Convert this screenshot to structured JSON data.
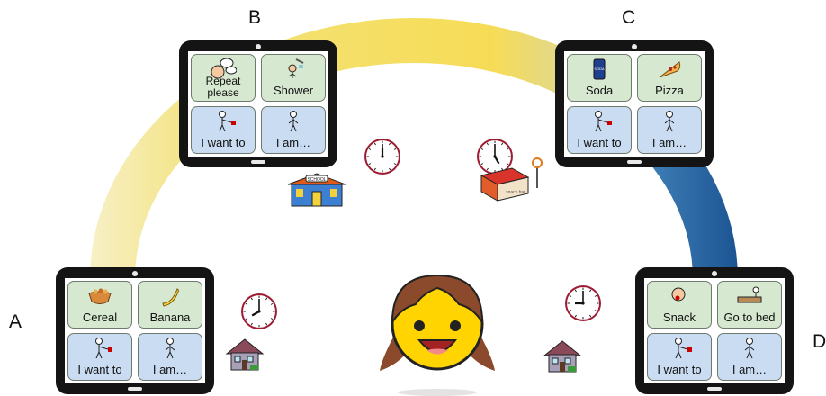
{
  "stages": [
    {
      "letter": "A",
      "cells": [
        {
          "label": "Cereal",
          "icon": "cereal-bowl-icon",
          "kind": "food"
        },
        {
          "label": "Banana",
          "icon": "banana-icon",
          "kind": "food"
        },
        {
          "label": "I want to",
          "icon": "person-pointing-icon",
          "kind": "need"
        },
        {
          "label": "I am…",
          "icon": "person-icon",
          "kind": "need"
        }
      ],
      "clock": "8:00",
      "place": "home-icon"
    },
    {
      "letter": "B",
      "cells": [
        {
          "label": "Repeat please",
          "icon": "speech-bubble-face-icon",
          "kind": "food"
        },
        {
          "label": "Shower",
          "icon": "shower-person-icon",
          "kind": "food"
        },
        {
          "label": "I want to",
          "icon": "person-pointing-icon",
          "kind": "need"
        },
        {
          "label": "I am…",
          "icon": "person-icon",
          "kind": "need"
        }
      ],
      "clock": "12:00",
      "place": "school-icon"
    },
    {
      "letter": "C",
      "cells": [
        {
          "label": "Soda",
          "icon": "soda-can-icon",
          "kind": "food"
        },
        {
          "label": "Pizza",
          "icon": "pizza-slice-icon",
          "kind": "food"
        },
        {
          "label": "I want to",
          "icon": "person-pointing-icon",
          "kind": "need"
        },
        {
          "label": "I am…",
          "icon": "person-icon",
          "kind": "need"
        }
      ],
      "clock": "5:00",
      "place": "shop-icon"
    },
    {
      "letter": "D",
      "cells": [
        {
          "label": "Snack",
          "icon": "eating-person-icon",
          "kind": "food"
        },
        {
          "label": "Go to bed",
          "icon": "bed-person-icon",
          "kind": "food"
        },
        {
          "label": "I want to",
          "icon": "person-pointing-icon",
          "kind": "need"
        },
        {
          "label": "I am…",
          "icon": "person-icon",
          "kind": "need"
        }
      ],
      "clock": "9:00",
      "place": "home-icon"
    }
  ],
  "signs": {
    "school": "SCHOOL",
    "soda_can": "SODA",
    "shop": "snack bar"
  },
  "colors": {
    "arc_day": "#f3e27a",
    "arc_night": "#1f5da0",
    "food_cell": "#d6e8cf",
    "need_cell": "#c9dcf1",
    "clock_rim": "#9e1b32",
    "face": "#ffd400",
    "hair": "#8b4a2b"
  }
}
